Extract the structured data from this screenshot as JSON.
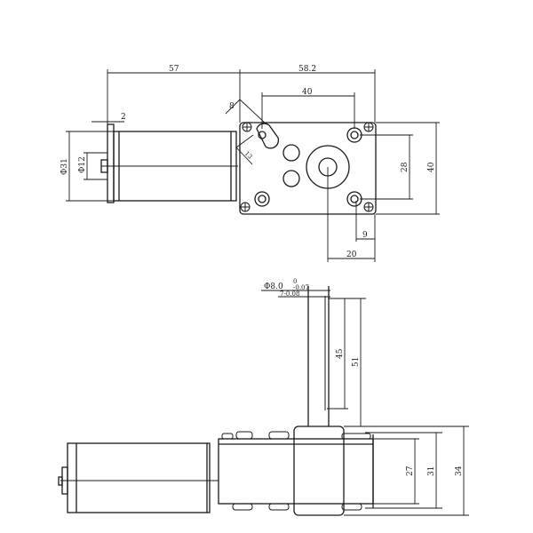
{
  "drawing": {
    "type": "worm gear motor dimensional drawing",
    "line_color": "#1a1a1a",
    "background": "#ffffff"
  },
  "top_view": {
    "dimensions": {
      "motor_length": "57",
      "gearbox_length": "58.2",
      "hole_spacing_horizontal": "40",
      "hole_spacing_vertical": "28",
      "gearbox_height": "40",
      "hole_to_edge": "9",
      "shaft_to_edge": "20",
      "motor_diameter": "Φ31",
      "end_cap_diameter": "Φ12",
      "end_cap_thickness": "2",
      "slot_width": "8",
      "slot_length": "13"
    }
  },
  "side_view": {
    "dimensions": {
      "shaft_diameter": "Φ8.0",
      "shaft_tol_upper": "0",
      "shaft_tol_lower": "-0.07",
      "flat": "7-0.08",
      "flat_length": "45",
      "shaft_length": "51",
      "gearbox_thickness_inner": "27",
      "gearbox_thickness": "31",
      "overall_thickness": "34"
    }
  }
}
